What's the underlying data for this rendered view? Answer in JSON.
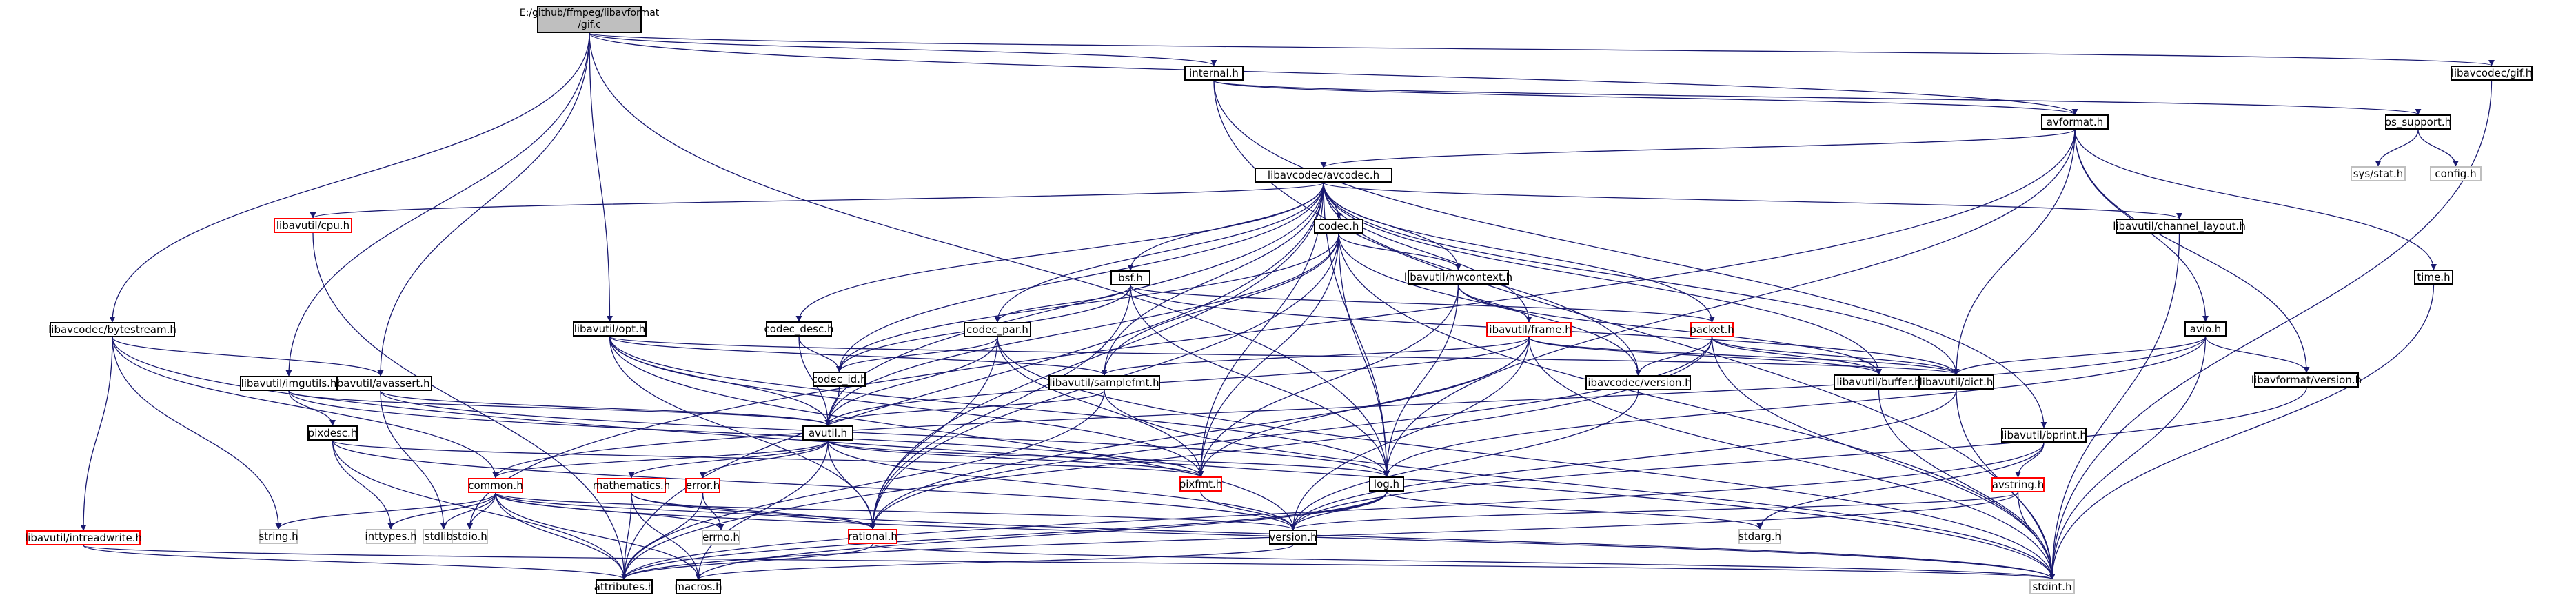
{
  "diagram": {
    "type": "include-dependency-graph",
    "root": "E:/github/ffmpeg/libavformat\n/gif.c",
    "colors": {
      "edge": "#191970",
      "truncated_border": "#ff0000",
      "external_border": "#bfbfbf",
      "root_fill": "#bfbfbf"
    },
    "nodes": [
      {
        "id": "root",
        "label": "E:/github/ffmpeg/libavformat\n/gif.c",
        "kind": "root"
      },
      {
        "id": "internal_h",
        "label": "internal.h",
        "kind": "normal"
      },
      {
        "id": "avcodec_gif_h",
        "label": "libavcodec/gif.h",
        "kind": "normal"
      },
      {
        "id": "avformat_h",
        "label": "avformat.h",
        "kind": "normal"
      },
      {
        "id": "os_support_h",
        "label": "os_support.h",
        "kind": "normal"
      },
      {
        "id": "sys_stat_h",
        "label": "sys/stat.h",
        "kind": "external"
      },
      {
        "id": "config_h",
        "label": "config.h",
        "kind": "external"
      },
      {
        "id": "avcodec_h",
        "label": "libavcodec/avcodec.h",
        "kind": "normal"
      },
      {
        "id": "cpu_h",
        "label": "libavutil/cpu.h",
        "kind": "truncated"
      },
      {
        "id": "codec_h",
        "label": "codec.h",
        "kind": "normal"
      },
      {
        "id": "channel_layout_h",
        "label": "libavutil/channel_layout.h",
        "kind": "normal"
      },
      {
        "id": "time_h",
        "label": "time.h",
        "kind": "normal"
      },
      {
        "id": "bsf_h",
        "label": "bsf.h",
        "kind": "normal"
      },
      {
        "id": "hwcontext_h",
        "label": "libavutil/hwcontext.h",
        "kind": "normal"
      },
      {
        "id": "avio_h",
        "label": "avio.h",
        "kind": "normal"
      },
      {
        "id": "bytestream_h",
        "label": "libavcodec/bytestream.h",
        "kind": "normal"
      },
      {
        "id": "opt_h",
        "label": "libavutil/opt.h",
        "kind": "normal"
      },
      {
        "id": "codec_desc_h",
        "label": "codec_desc.h",
        "kind": "normal"
      },
      {
        "id": "codec_par_h",
        "label": "codec_par.h",
        "kind": "normal"
      },
      {
        "id": "frame_h",
        "label": "libavutil/frame.h",
        "kind": "truncated"
      },
      {
        "id": "packet_h",
        "label": "packet.h",
        "kind": "truncated"
      },
      {
        "id": "avformat_version_h",
        "label": "libavformat/version.h",
        "kind": "normal"
      },
      {
        "id": "avassert_h",
        "label": "libavutil/avassert.h",
        "kind": "normal"
      },
      {
        "id": "imgutils_h",
        "label": "libavutil/imgutils.h",
        "kind": "normal"
      },
      {
        "id": "codec_id_h",
        "label": "codec_id.h",
        "kind": "normal"
      },
      {
        "id": "samplefmt_h",
        "label": "libavutil/samplefmt.h",
        "kind": "normal"
      },
      {
        "id": "avcodec_version_h",
        "label": "libavcodec/version.h",
        "kind": "normal"
      },
      {
        "id": "buffer_h",
        "label": "libavutil/buffer.h",
        "kind": "normal"
      },
      {
        "id": "dict_h",
        "label": "libavutil/dict.h",
        "kind": "normal"
      },
      {
        "id": "bprint_h",
        "label": "libavutil/bprint.h",
        "kind": "normal"
      },
      {
        "id": "pixdesc_h",
        "label": "pixdesc.h",
        "kind": "normal"
      },
      {
        "id": "avutil_h",
        "label": "avutil.h",
        "kind": "normal"
      },
      {
        "id": "avstring_h",
        "label": "avstring.h",
        "kind": "truncated"
      },
      {
        "id": "common_h",
        "label": "common.h",
        "kind": "truncated"
      },
      {
        "id": "mathematics_h",
        "label": "mathematics.h",
        "kind": "truncated"
      },
      {
        "id": "error_h",
        "label": "error.h",
        "kind": "truncated"
      },
      {
        "id": "pixfmt_h",
        "label": "pixfmt.h",
        "kind": "truncated"
      },
      {
        "id": "log_h",
        "label": "log.h",
        "kind": "normal"
      },
      {
        "id": "intreadwrite_h",
        "label": "libavutil/intreadwrite.h",
        "kind": "truncated"
      },
      {
        "id": "string_h",
        "label": "string.h",
        "kind": "external"
      },
      {
        "id": "inttypes_h",
        "label": "inttypes.h",
        "kind": "external"
      },
      {
        "id": "stdlib_h",
        "label": "stdlib.h",
        "kind": "external"
      },
      {
        "id": "stdio_h",
        "label": "stdio.h",
        "kind": "external"
      },
      {
        "id": "errno_h",
        "label": "errno.h",
        "kind": "external"
      },
      {
        "id": "rational_h",
        "label": "rational.h",
        "kind": "truncated"
      },
      {
        "id": "version_h",
        "label": "version.h",
        "kind": "normal"
      },
      {
        "id": "stdarg_h",
        "label": "stdarg.h",
        "kind": "external"
      },
      {
        "id": "attributes_h",
        "label": "attributes.h",
        "kind": "normal"
      },
      {
        "id": "macros_h",
        "label": "macros.h",
        "kind": "normal"
      },
      {
        "id": "stdint_h",
        "label": "stdint.h",
        "kind": "external"
      }
    ],
    "edges": [
      [
        "root",
        "internal_h"
      ],
      [
        "root",
        "avcodec_gif_h"
      ],
      [
        "root",
        "avformat_h"
      ],
      [
        "root",
        "bytestream_h"
      ],
      [
        "root",
        "avassert_h"
      ],
      [
        "root",
        "imgutils_h"
      ],
      [
        "root",
        "opt_h"
      ],
      [
        "root",
        "log_h"
      ],
      [
        "internal_h",
        "avformat_h"
      ],
      [
        "internal_h",
        "os_support_h"
      ],
      [
        "internal_h",
        "bprint_h"
      ],
      [
        "internal_h",
        "stdint_h"
      ],
      [
        "avcodec_gif_h",
        "stdint_h"
      ],
      [
        "os_support_h",
        "sys_stat_h"
      ],
      [
        "os_support_h",
        "config_h"
      ],
      [
        "avformat_h",
        "avcodec_h"
      ],
      [
        "avformat_h",
        "time_h"
      ],
      [
        "avformat_h",
        "avio_h"
      ],
      [
        "avformat_h",
        "avformat_version_h"
      ],
      [
        "avformat_h",
        "dict_h"
      ],
      [
        "avformat_h",
        "log_h"
      ],
      [
        "avformat_h",
        "stdio_h"
      ],
      [
        "avcodec_h",
        "cpu_h"
      ],
      [
        "avcodec_h",
        "codec_h"
      ],
      [
        "avcodec_h",
        "channel_layout_h"
      ],
      [
        "avcodec_h",
        "bsf_h"
      ],
      [
        "avcodec_h",
        "hwcontext_h"
      ],
      [
        "avcodec_h",
        "codec_desc_h"
      ],
      [
        "avcodec_h",
        "codec_par_h"
      ],
      [
        "avcodec_h",
        "frame_h"
      ],
      [
        "avcodec_h",
        "packet_h"
      ],
      [
        "avcodec_h",
        "avcodec_version_h"
      ],
      [
        "avcodec_h",
        "buffer_h"
      ],
      [
        "avcodec_h",
        "dict_h"
      ],
      [
        "avcodec_h",
        "samplefmt_h"
      ],
      [
        "avcodec_h",
        "avutil_h"
      ],
      [
        "avcodec_h",
        "codec_id_h"
      ],
      [
        "avcodec_h",
        "pixfmt_h"
      ],
      [
        "avcodec_h",
        "log_h"
      ],
      [
        "avcodec_h",
        "rational_h"
      ],
      [
        "avcodec_h",
        "attributes_h"
      ],
      [
        "cpu_h",
        "attributes_h"
      ],
      [
        "codec_h",
        "hwcontext_h"
      ],
      [
        "codec_h",
        "avutil_h"
      ],
      [
        "codec_h",
        "codec_id_h"
      ],
      [
        "codec_h",
        "samplefmt_h"
      ],
      [
        "codec_h",
        "pixfmt_h"
      ],
      [
        "codec_h",
        "log_h"
      ],
      [
        "codec_h",
        "rational_h"
      ],
      [
        "codec_h",
        "avcodec_version_h"
      ],
      [
        "codec_h",
        "stdint_h"
      ],
      [
        "channel_layout_h",
        "stdint_h"
      ],
      [
        "time_h",
        "stdint_h"
      ],
      [
        "bsf_h",
        "codec_id_h"
      ],
      [
        "bsf_h",
        "codec_par_h"
      ],
      [
        "bsf_h",
        "packet_h"
      ],
      [
        "bsf_h",
        "dict_h"
      ],
      [
        "bsf_h",
        "log_h"
      ],
      [
        "bsf_h",
        "rational_h"
      ],
      [
        "hwcontext_h",
        "buffer_h"
      ],
      [
        "hwcontext_h",
        "frame_h"
      ],
      [
        "hwcontext_h",
        "log_h"
      ],
      [
        "hwcontext_h",
        "pixfmt_h"
      ],
      [
        "avio_h",
        "dict_h"
      ],
      [
        "avio_h",
        "log_h"
      ],
      [
        "avio_h",
        "avformat_version_h"
      ],
      [
        "avio_h",
        "common_h"
      ],
      [
        "avio_h",
        "stdint_h"
      ],
      [
        "bytestream_h",
        "avassert_h"
      ],
      [
        "bytestream_h",
        "common_h"
      ],
      [
        "bytestream_h",
        "intreadwrite_h"
      ],
      [
        "bytestream_h",
        "string_h"
      ],
      [
        "bytestream_h",
        "stdint_h"
      ],
      [
        "opt_h",
        "rational_h"
      ],
      [
        "opt_h",
        "avutil_h"
      ],
      [
        "opt_h",
        "dict_h"
      ],
      [
        "opt_h",
        "log_h"
      ],
      [
        "opt_h",
        "pixfmt_h"
      ],
      [
        "opt_h",
        "samplefmt_h"
      ],
      [
        "opt_h",
        "version_h"
      ],
      [
        "codec_desc_h",
        "avutil_h"
      ],
      [
        "codec_desc_h",
        "codec_id_h"
      ],
      [
        "codec_par_h",
        "avutil_h"
      ],
      [
        "codec_par_h",
        "rational_h"
      ],
      [
        "codec_par_h",
        "pixfmt_h"
      ],
      [
        "codec_par_h",
        "codec_id_h"
      ],
      [
        "codec_par_h",
        "stdint_h"
      ],
      [
        "frame_h",
        "avutil_h"
      ],
      [
        "frame_h",
        "buffer_h"
      ],
      [
        "frame_h",
        "dict_h"
      ],
      [
        "frame_h",
        "rational_h"
      ],
      [
        "frame_h",
        "samplefmt_h"
      ],
      [
        "frame_h",
        "pixfmt_h"
      ],
      [
        "frame_h",
        "version_h"
      ],
      [
        "frame_h",
        "stdint_h"
      ],
      [
        "packet_h",
        "attributes_h"
      ],
      [
        "packet_h",
        "buffer_h"
      ],
      [
        "packet_h",
        "dict_h"
      ],
      [
        "packet_h",
        "rational_h"
      ],
      [
        "packet_h",
        "avcodec_version_h"
      ],
      [
        "packet_h",
        "stdint_h"
      ],
      [
        "avformat_version_h",
        "version_h"
      ],
      [
        "avassert_h",
        "avutil_h"
      ],
      [
        "avassert_h",
        "log_h"
      ],
      [
        "avassert_h",
        "stdlib_h"
      ],
      [
        "imgutils_h",
        "avutil_h"
      ],
      [
        "imgutils_h",
        "pixdesc_h"
      ],
      [
        "imgutils_h",
        "pixfmt_h"
      ],
      [
        "codec_id_h",
        "avutil_h"
      ],
      [
        "samplefmt_h",
        "avutil_h"
      ],
      [
        "samplefmt_h",
        "attributes_h"
      ],
      [
        "samplefmt_h",
        "stdint_h"
      ],
      [
        "avcodec_version_h",
        "version_h"
      ],
      [
        "buffer_h",
        "stdint_h"
      ],
      [
        "dict_h",
        "stdint_h"
      ],
      [
        "dict_h",
        "version_h"
      ],
      [
        "bprint_h",
        "avstring_h"
      ],
      [
        "bprint_h",
        "attributes_h"
      ],
      [
        "bprint_h",
        "stdarg_h"
      ],
      [
        "pixdesc_h",
        "inttypes_h"
      ],
      [
        "pixdesc_h",
        "attributes_h"
      ],
      [
        "pixdesc_h",
        "pixfmt_h"
      ],
      [
        "pixdesc_h",
        "version_h"
      ],
      [
        "avutil_h",
        "common_h"
      ],
      [
        "avutil_h",
        "mathematics_h"
      ],
      [
        "avutil_h",
        "error_h"
      ],
      [
        "avutil_h",
        "rational_h"
      ],
      [
        "avutil_h",
        "version_h"
      ],
      [
        "avutil_h",
        "macros_h"
      ],
      [
        "avutil_h",
        "pixfmt_h"
      ],
      [
        "avutil_h",
        "log_h"
      ],
      [
        "avstring_h",
        "attributes_h"
      ],
      [
        "avstring_h",
        "stdint_h"
      ],
      [
        "avstring_h",
        "version_h"
      ],
      [
        "common_h",
        "errno_h"
      ],
      [
        "common_h",
        "inttypes_h"
      ],
      [
        "common_h",
        "string_h"
      ],
      [
        "common_h",
        "stdlib_h"
      ],
      [
        "common_h",
        "stdio_h"
      ],
      [
        "common_h",
        "attributes_h"
      ],
      [
        "common_h",
        "macros_h"
      ],
      [
        "common_h",
        "version_h"
      ],
      [
        "common_h",
        "stdint_h"
      ],
      [
        "common_h",
        "rational_h"
      ],
      [
        "mathematics_h",
        "attributes_h"
      ],
      [
        "mathematics_h",
        "rational_h"
      ],
      [
        "mathematics_h",
        "stdint_h"
      ],
      [
        "mathematics_h",
        "macros_h"
      ],
      [
        "error_h",
        "errno_h"
      ],
      [
        "error_h",
        "attributes_h"
      ],
      [
        "pixfmt_h",
        "version_h"
      ],
      [
        "log_h",
        "attributes_h"
      ],
      [
        "log_h",
        "version_h"
      ],
      [
        "log_h",
        "macros_h"
      ],
      [
        "log_h",
        "stdarg_h"
      ],
      [
        "intreadwrite_h",
        "attributes_h"
      ],
      [
        "intreadwrite_h",
        "stdint_h"
      ],
      [
        "rational_h",
        "attributes_h"
      ],
      [
        "rational_h",
        "stdint_h"
      ],
      [
        "version_h",
        "macros_h"
      ]
    ]
  }
}
